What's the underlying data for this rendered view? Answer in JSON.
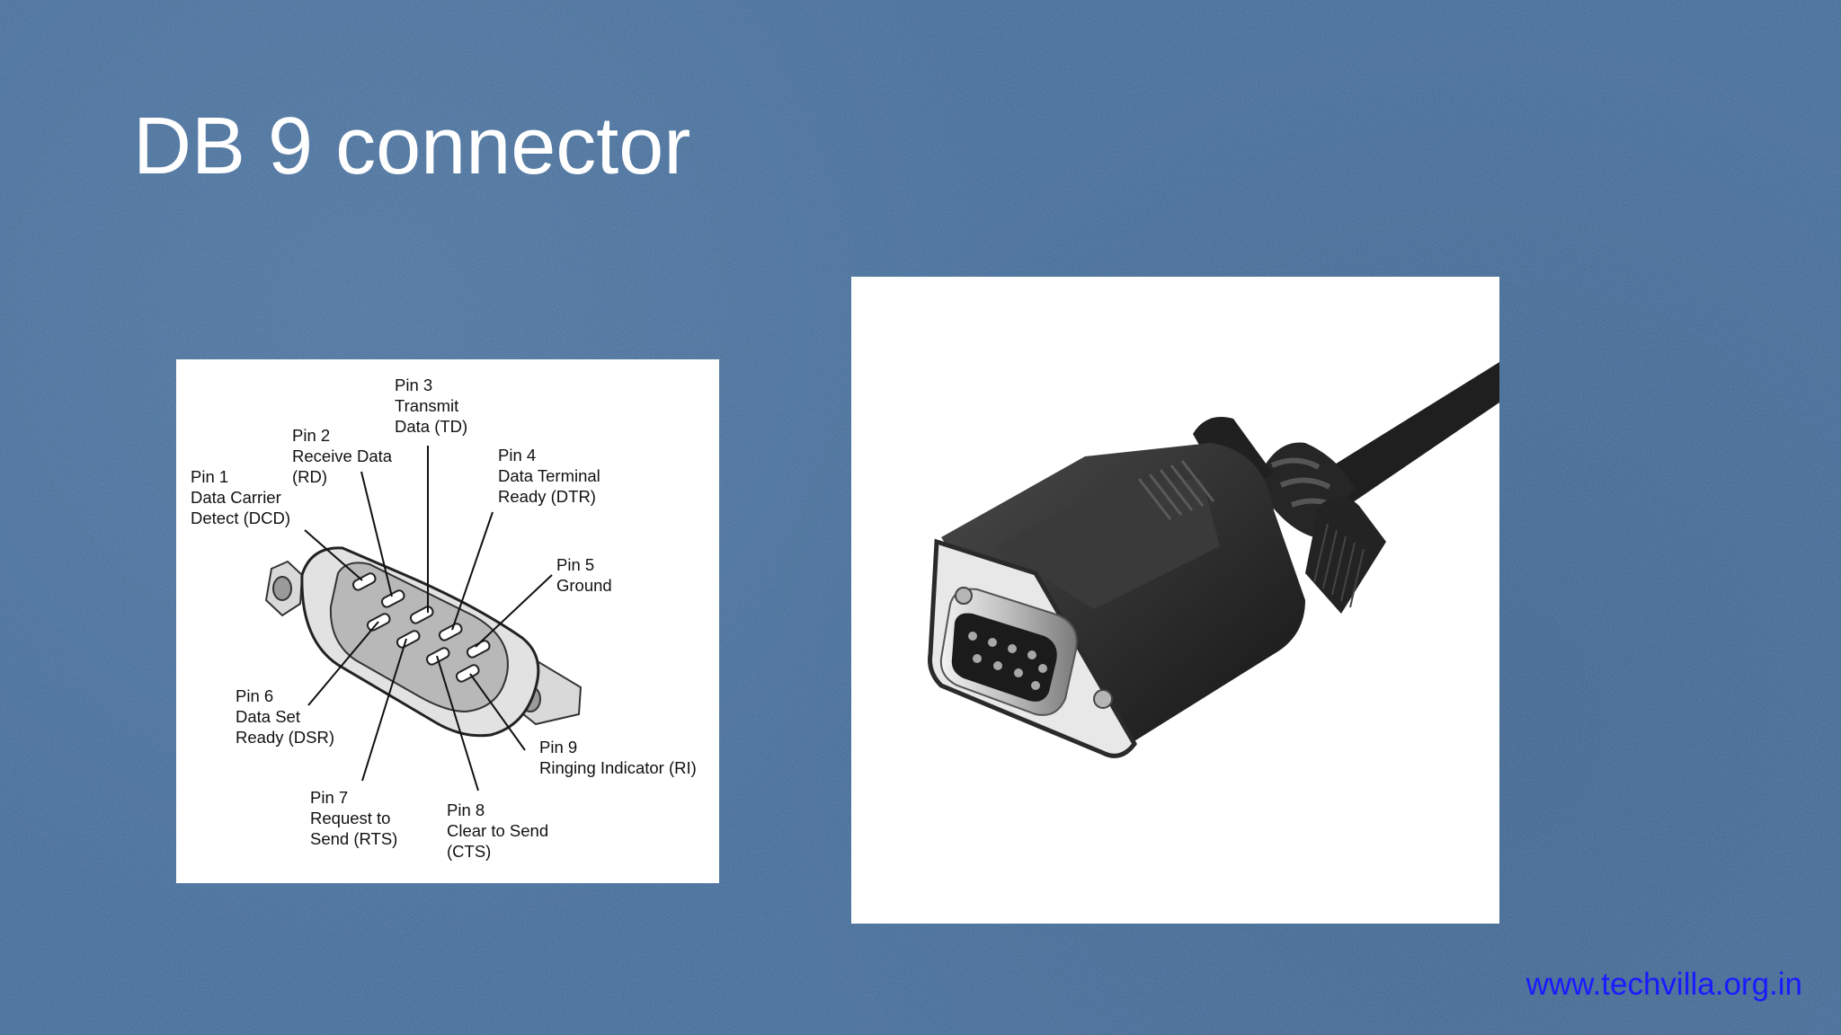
{
  "slide": {
    "title": "DB 9 connector",
    "footer_link": "www.techvilla.org.in"
  },
  "pinout": {
    "pins": [
      {
        "name": "Pin 1",
        "lines": [
          "Data Carrier",
          "Detect (DCD)"
        ]
      },
      {
        "name": "Pin 2",
        "lines": [
          "Receive Data",
          "(RD)"
        ]
      },
      {
        "name": "Pin 3",
        "lines": [
          "Transmit",
          "Data (TD)"
        ]
      },
      {
        "name": "Pin 4",
        "lines": [
          "Data Terminal",
          "Ready (DTR)"
        ]
      },
      {
        "name": "Pin 5",
        "lines": [
          "Ground"
        ]
      },
      {
        "name": "Pin 6",
        "lines": [
          "Data Set",
          "Ready (DSR)"
        ]
      },
      {
        "name": "Pin 7",
        "lines": [
          "Request to",
          "Send (RTS)"
        ]
      },
      {
        "name": "Pin 8",
        "lines": [
          "Clear to Send",
          "(CTS)"
        ]
      },
      {
        "name": "Pin 9",
        "lines": [
          "Ringing Indicator (RI)"
        ]
      }
    ]
  },
  "colors": {
    "background": "#3b6593",
    "title": "#ffffff",
    "footer_link": "#1a1aff",
    "panel": "#ffffff"
  },
  "icons": {
    "connector_diagram": "db9-male-connector-diagram",
    "connector_photo": "db9-cable-connector-photo"
  }
}
